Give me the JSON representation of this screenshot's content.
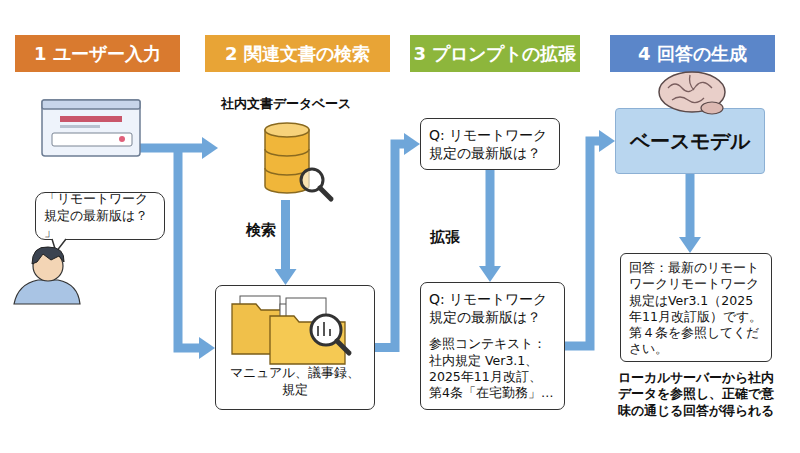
{
  "diagram": {
    "nodes": [
      {
        "text": [
          "1 ユーザー入力"
        ]
      },
      {
        "text": [
          "2 関連文書の検索"
        ]
      },
      {
        "text": [
          "3 プロンプトの拡張"
        ]
      },
      {
        "text": [
          "4 回答の生成"
        ]
      },
      {
        "text": [
          "「リモートワーク 規定の最新版は？」"
        ]
      },
      {
        "text": [
          "社内文書データベース"
        ]
      },
      {
        "text": [
          "マニュアル、議事録、 規定"
        ]
      },
      {
        "text": [
          "Q: リモートワーク 規定の最新版は？"
        ]
      },
      {
        "text": [
          "Q: リモートワーク 規定の最新版は？",
          "参照コンテキスト： 社内規定 Ver3.1、 2025年11月改訂、 第4条「在宅勤務」…"
        ]
      },
      {
        "text": [
          "ベースモデル"
        ]
      },
      {
        "text": [
          "回答：最新のリモート ワークリモートワーク 規定はVer3.1（2025 年11月改訂版）です。 第４条を参照してくだ さい。"
        ]
      }
    ],
    "edges": [
      {
        "from": 5,
        "to": 6,
        "arrow": "to",
        "label": "検索"
      },
      {
        "from": 6,
        "to": 7,
        "arrow": "to"
      },
      {
        "from": 7,
        "to": 8,
        "arrow": "to",
        "label": "拡張"
      },
      {
        "from": 8,
        "to": 9,
        "arrow": "to"
      },
      {
        "from": 9,
        "to": 10,
        "arrow": "to"
      }
    ],
    "labels": [
      "ローカルサーバーから社内 データを参照し、正確で意 味の通じる回答が得られる"
    ]
  }
}
